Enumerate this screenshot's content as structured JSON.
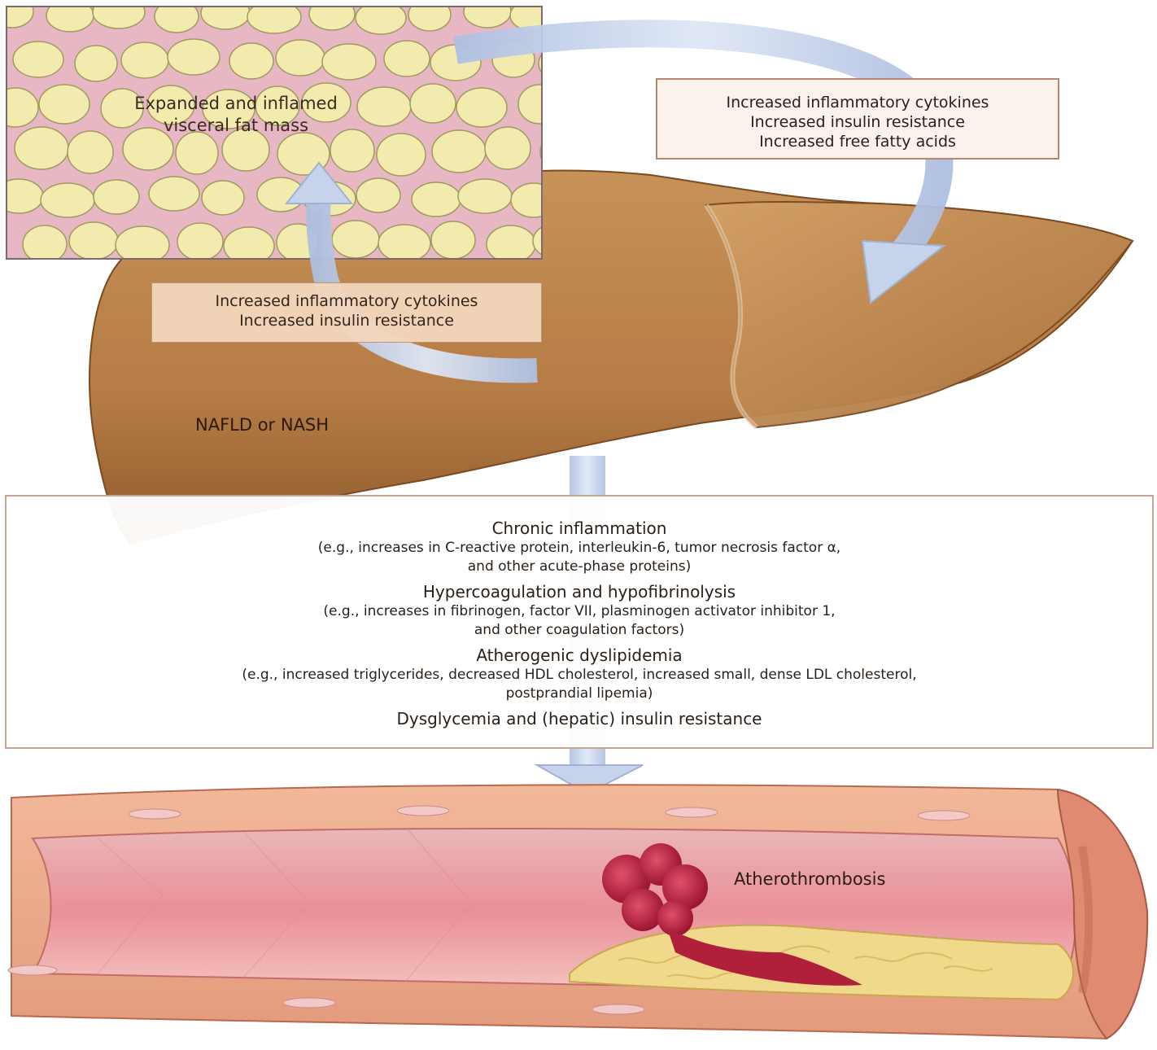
{
  "fat": {
    "label_line1": "Expanded and inflamed",
    "label_line2": "visceral fat mass"
  },
  "fat_to_liver": {
    "line1": "Increased inflammatory cytokines",
    "line2": "Increased insulin resistance",
    "line3": "Increased free fatty acids"
  },
  "liver_to_fat": {
    "line1": "Increased inflammatory cytokines",
    "line2": "Increased insulin resistance"
  },
  "liver": {
    "label": "NAFLD or NASH"
  },
  "mechanisms": [
    {
      "heading": "Chronic inflammation",
      "detail_line1": "(e.g., increases in C-reactive protein, interleukin-6, tumor necrosis factor α,",
      "detail_line2": "and other acute-phase proteins)"
    },
    {
      "heading": "Hypercoagulation and hypofibrinolysis",
      "detail_line1": "(e.g., increases in fibrinogen, factor VII, plasminogen activator inhibitor 1,",
      "detail_line2": "and other coagulation factors)"
    },
    {
      "heading": "Atherogenic dyslipidemia",
      "detail_line1": "(e.g., increased triglycerides, decreased HDL cholesterol, increased small, dense LDL cholesterol,",
      "detail_line2": "postprandial lipemia)"
    },
    {
      "heading": "Dysglycemia and (hepatic) insulin resistance"
    }
  ],
  "artery": {
    "label": "Atherothrombosis"
  },
  "colors": {
    "fat_cell": "#f3eaae",
    "fat_stroma": "#e8b7c4",
    "liver": "#b9824a",
    "arrow": "#c6d3ea",
    "artery_wall": "#e8a98a",
    "artery_lumen": "#e9a0a6",
    "plaque": "#f0d98a",
    "thrombus": "#b0203a"
  }
}
